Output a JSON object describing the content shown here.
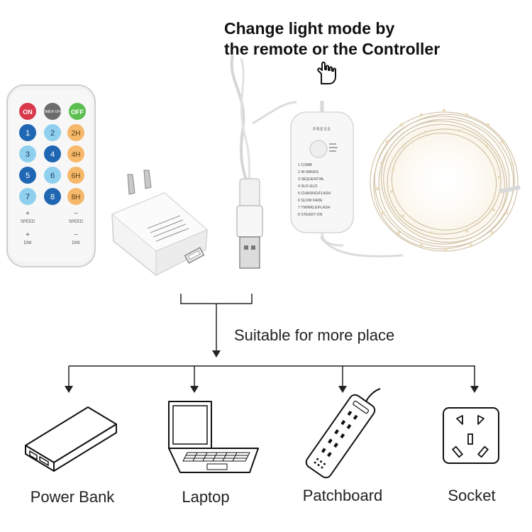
{
  "headline": {
    "line1": "Change light mode by",
    "line2": "the remote or the Controller"
  },
  "middle_label": "Suitable for more place",
  "remote": {
    "buttons": {
      "on": "ON",
      "timer": "TIMER OFF",
      "off": "OFF",
      "numbers": [
        "1",
        "2",
        "3",
        "4",
        "5",
        "6",
        "7",
        "8"
      ],
      "hours": [
        "2H",
        "4H",
        "6H",
        "8H"
      ],
      "speed_plus": "SPEED",
      "speed_minus": "SPEED",
      "dim_plus": "DIM",
      "dim_minus": "DIM",
      "plus": "+",
      "minus": "−"
    },
    "colors": {
      "on": "#d8384a",
      "timer": "#6c6c6c",
      "off": "#5bbf4f",
      "dark_blue": "#1f67b3",
      "light_blue": "#8fd0ee",
      "orange": "#f6b86a"
    }
  },
  "controller": {
    "title": "PRESS",
    "modes": [
      "1 COMB",
      "2 IN WAVES",
      "3 SEQUENTIAL",
      "4 SLO-GLO",
      "5 CHASING/FLASH",
      "6 SLOW FADE",
      "7 TWINKLE/FLASH",
      "8 STEADY ON"
    ]
  },
  "destinations": [
    {
      "label": "Power Bank",
      "icon": "power-bank-icon"
    },
    {
      "label": "Laptop",
      "icon": "laptop-icon"
    },
    {
      "label": "Patchboard",
      "icon": "patchboard-icon"
    },
    {
      "label": "Socket",
      "icon": "socket-icon"
    }
  ]
}
